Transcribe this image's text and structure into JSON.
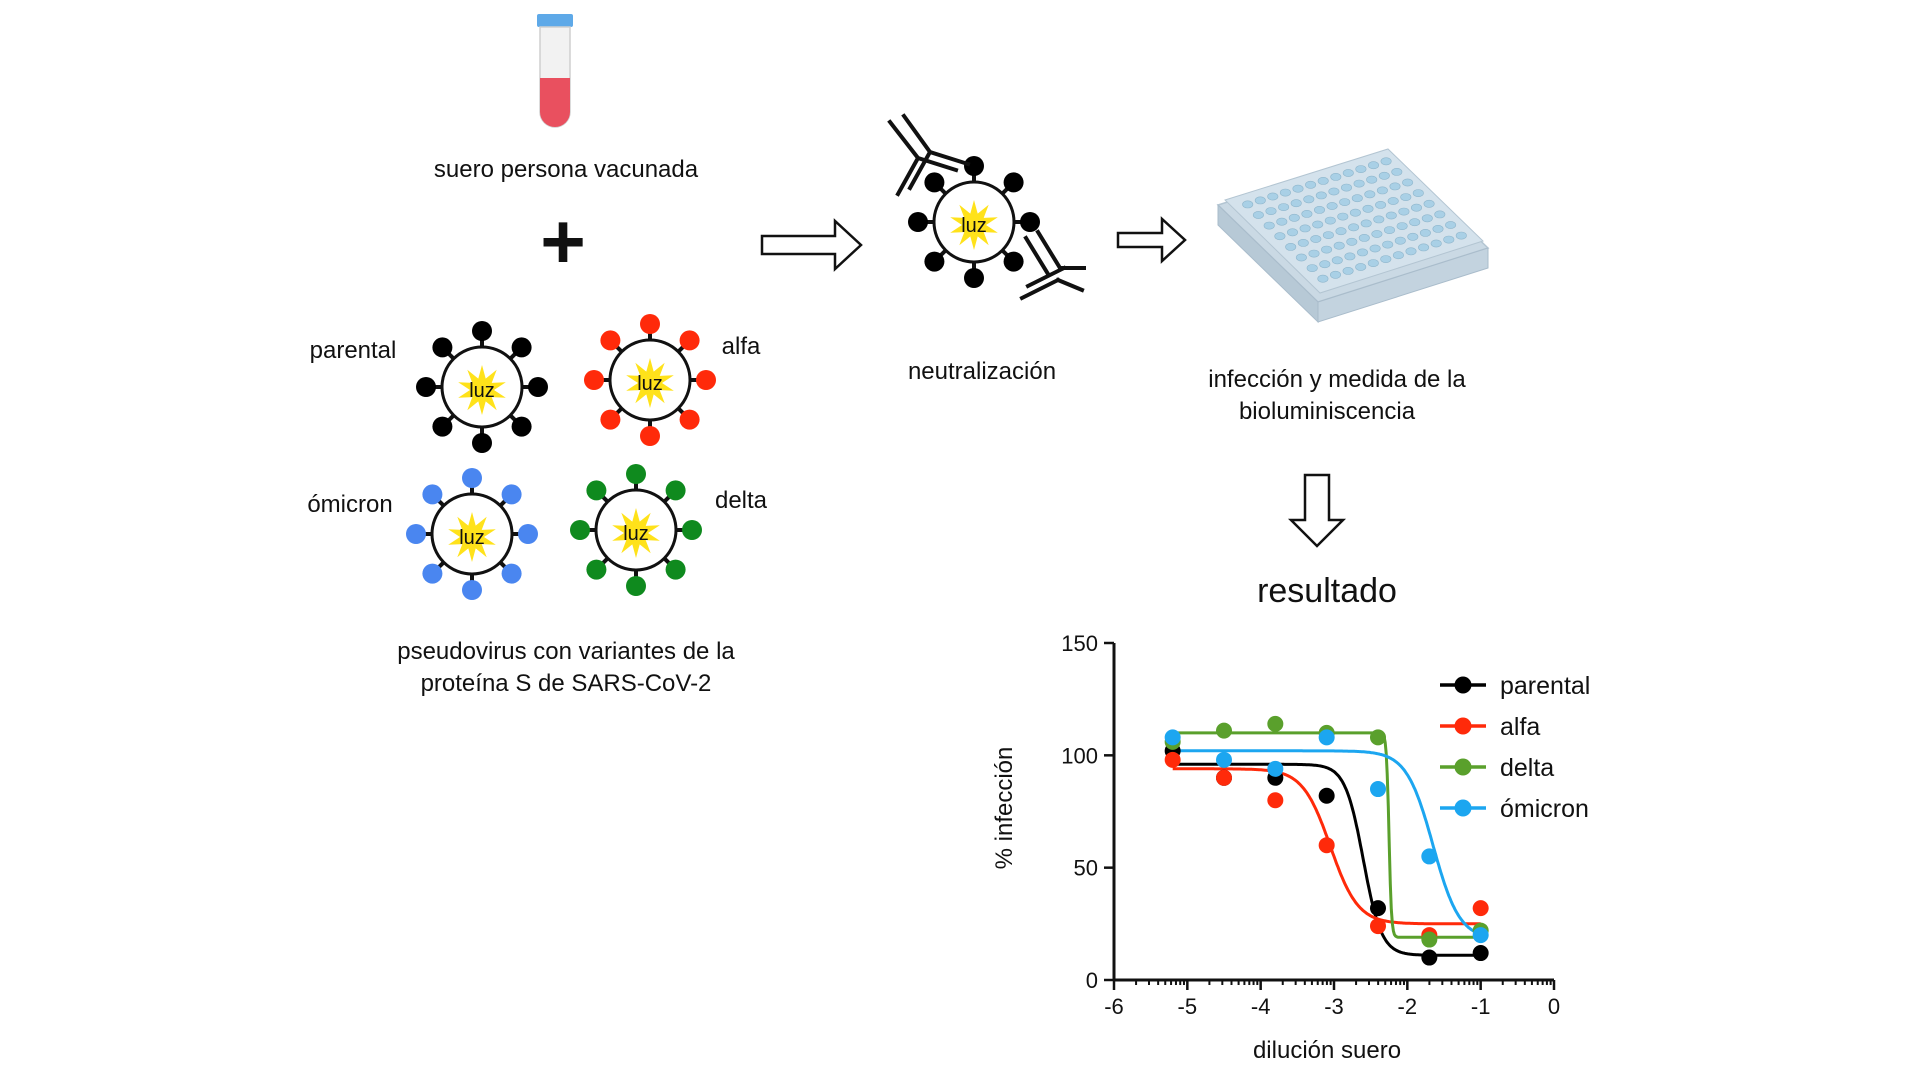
{
  "labels": {
    "serum": "suero persona vacunada",
    "plus": "+",
    "pseudovirus_line1": "pseudovirus con variantes de la",
    "pseudovirus_line2": "proteína S de SARS-CoV-2",
    "neutralization": "neutralización",
    "infection_line1": "infección y medida de la",
    "infection_line2": "bioluminiscencia",
    "result": "resultado",
    "core_text": "luz"
  },
  "variants": [
    {
      "name": "parental",
      "color": "#000000"
    },
    {
      "name": "alfa",
      "color": "#ff2a0a"
    },
    {
      "name": "ómicron",
      "color": "#4a86f0"
    },
    {
      "name": "delta",
      "color": "#0f8a1e"
    }
  ],
  "colors": {
    "tube_cap": "#5ea9e8",
    "tube_liquid": "#e9505f",
    "plate": "#d4e2ec",
    "plate_well": "#a9d0e6",
    "star": "#ffe21a"
  },
  "chart_data": {
    "type": "scatter",
    "title": "",
    "xlabel": "dilución  suero",
    "ylabel": "%  infección",
    "xlim": [
      -6,
      0
    ],
    "ylim": [
      0,
      150
    ],
    "x_ticks": [
      "-6",
      "-5",
      "-4",
      "-3",
      "-2",
      "-1",
      "0"
    ],
    "y_ticks": [
      "0",
      "50",
      "100",
      "150"
    ],
    "legend_position": "top-right",
    "fit": "sigmoidal dose-response",
    "series": [
      {
        "name": "parental",
        "color": "#000000",
        "x": [
          -5.2,
          -4.5,
          -3.8,
          -3.1,
          -2.4,
          -1.7,
          -1.0
        ],
        "y": [
          102,
          90,
          90,
          82,
          32,
          10,
          12
        ],
        "fit_top": 96,
        "fit_bottom": 11,
        "fit_ec50": -2.6,
        "fit_slope": 3.5
      },
      {
        "name": "alfa",
        "color": "#ff2a0a",
        "x": [
          -5.2,
          -4.5,
          -3.8,
          -3.1,
          -2.4,
          -1.7,
          -1.0
        ],
        "y": [
          98,
          90,
          80,
          60,
          24,
          20,
          32
        ],
        "fit_top": 94,
        "fit_bottom": 25,
        "fit_ec50": -3.05,
        "fit_slope": 2.3
      },
      {
        "name": "delta",
        "color": "#5aa02c",
        "x": [
          -5.2,
          -4.5,
          -3.8,
          -3.1,
          -2.4,
          -1.7,
          -1.0
        ],
        "y": [
          106,
          111,
          114,
          110,
          108,
          18,
          22
        ],
        "fit_top": 110,
        "fit_bottom": 19,
        "fit_ec50": -2.25,
        "fit_slope": 25
      },
      {
        "name": "ómicron",
        "color": "#1ca6f0",
        "x": [
          -5.2,
          -4.5,
          -3.8,
          -3.1,
          -2.4,
          -1.7,
          -1.0
        ],
        "y": [
          108,
          98,
          94,
          108,
          85,
          55,
          20
        ],
        "fit_top": 102,
        "fit_bottom": 18,
        "fit_ec50": -1.65,
        "fit_slope": 2.4
      }
    ]
  }
}
